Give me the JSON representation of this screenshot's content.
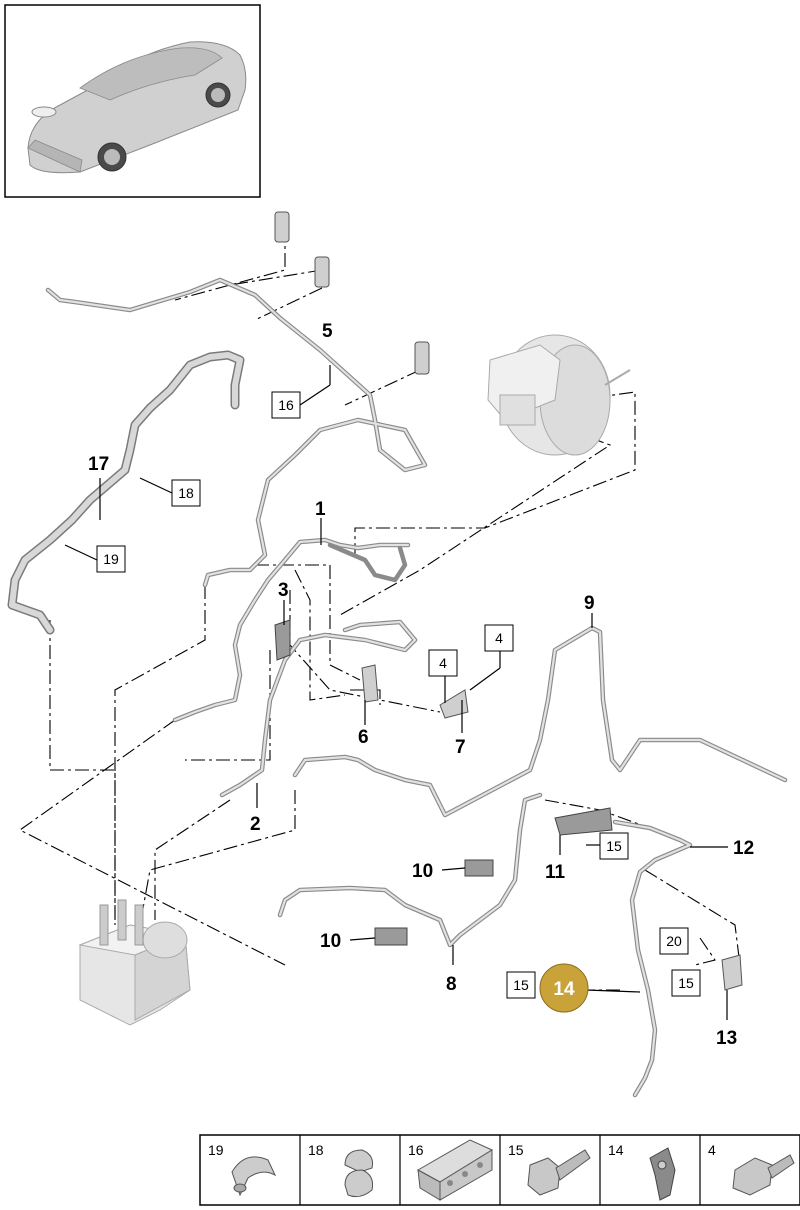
{
  "callouts": {
    "n1": "1",
    "n2": "2",
    "n3": "3",
    "n5": "5",
    "n6": "6",
    "n7": "7",
    "n8": "8",
    "n9": "9",
    "n10a": "10",
    "n10b": "10",
    "n11": "11",
    "n12": "12",
    "n13": "13",
    "n17": "17"
  },
  "boxed": {
    "b16": "16",
    "b18": "18",
    "b19": "19",
    "b4a": "4",
    "b4b": "4",
    "b15a": "15",
    "b15b": "15",
    "b15c": "15",
    "b20": "20"
  },
  "highlight": {
    "label": "14",
    "color": "#c9a23a"
  },
  "parts_table": [
    {
      "label": "19",
      "icon": "clip-icon"
    },
    {
      "label": "18",
      "icon": "double-clip-icon"
    },
    {
      "label": "16",
      "icon": "holder-block-icon"
    },
    {
      "label": "15",
      "icon": "hex-bolt-icon"
    },
    {
      "label": "14",
      "icon": "bracket-clip-icon"
    },
    {
      "label": "4",
      "icon": "flange-bolt-icon"
    }
  ]
}
